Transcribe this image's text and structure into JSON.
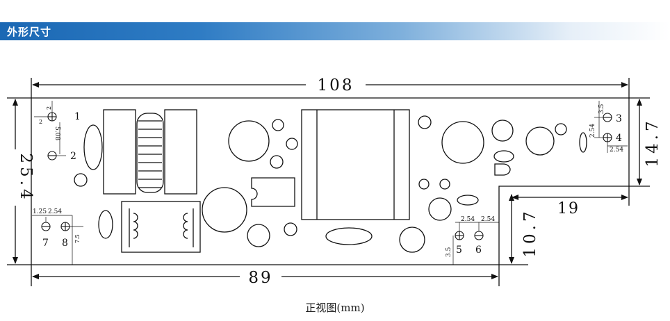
{
  "header": {
    "title": "外形尺寸"
  },
  "dimensions": {
    "total_length": "108",
    "total_height": "25.4",
    "bottom_length": "89",
    "notch_width": "19",
    "notch_height": "10.7",
    "right_height": "14.7",
    "pin_dy_1_2": "5.08",
    "pin1_x": "2",
    "pin1_y": "2",
    "pin34_dx": "3.5",
    "pin34_dy": "2.54",
    "pin34_dy_b": "2.54",
    "pin78_x": "1.25",
    "pin78_dx": "2.54",
    "pin78_y": "7.5",
    "pin56_dx_a": "2.54",
    "pin56_dx_b": "2.54",
    "pin56_y": "3.5"
  },
  "pins": [
    "1",
    "2",
    "3",
    "4",
    "5",
    "6",
    "7",
    "8"
  ],
  "caption": "正视图(mm)",
  "colors": {
    "header_start": "#1b68b4",
    "line": "#111111"
  }
}
